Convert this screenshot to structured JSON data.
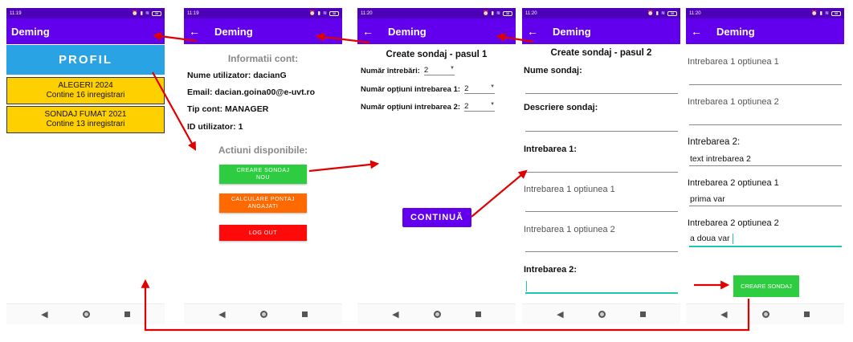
{
  "app_name": "Deming",
  "screens": [
    {
      "time": "11:19",
      "battery": "38"
    },
    {
      "time": "11:19",
      "battery": "38"
    },
    {
      "time": "11:20",
      "battery": "38"
    },
    {
      "time": "11:20",
      "battery": "38"
    },
    {
      "time": "11:20",
      "battery": "38"
    }
  ],
  "screen1": {
    "profile_label": "PROFIL",
    "surveys": [
      {
        "name": "ALEGERI 2024",
        "count": "Contine 16 inregistrari"
      },
      {
        "name": "SONDAJ FUMAT 2021",
        "count": "Contine 13 inregistrari"
      }
    ]
  },
  "screen2": {
    "info_title": "Informatii cont:",
    "username": "Nume utilizator: dacianG",
    "email": "Email: dacian.goina00@e-uvt.ro",
    "account_type": "Tip cont: MANAGER",
    "user_id": "ID utilizator: 1",
    "actions_title": "Actiuni disponibile:",
    "create_survey_line1": "CREARE SONDAJ",
    "create_survey_line2": "NOU",
    "payroll_line1": "CALCULARE PONTAJ",
    "payroll_line2": "ANGAJATI",
    "logout": "LOG OUT"
  },
  "screen3": {
    "title": "Create sondaj - pasul 1",
    "num_questions_label": "Număr întrebări:",
    "num_questions_value": "2",
    "options_q1_label": "Număr opțiuni intrebarea 1:",
    "options_q1_value": "2",
    "options_q2_label": "Număr opțiuni intrebarea 2:",
    "options_q2_value": "2",
    "continue_label": "CONTINUĂ"
  },
  "screen4": {
    "title": "Create sondaj - pasul 2",
    "survey_name_label": "Nume sondaj:",
    "survey_desc_label": "Descriere sondaj:",
    "question1_label": "Intrebarea 1:",
    "q1_option1_placeholder": "Intrebarea 1 optiunea 1",
    "q1_option2_placeholder": "Intrebarea 1 optiunea 2",
    "question2_label": "Intrebarea 2:"
  },
  "screen5": {
    "q1_option1_placeholder": "Intrebarea 1 optiunea 1",
    "q1_option2_placeholder": "Intrebarea 1 optiunea 2",
    "question2_label": "Intrebarea 2:",
    "question2_value": "text intrebarea 2",
    "q2_option1_label": "Intrebarea 2 optiunea 1",
    "q2_option1_value": "prima var",
    "q2_option2_label": "Intrebarea 2 optiunea 2",
    "q2_option2_value": "a doua var",
    "create_label": "CREARE SONDAJ"
  },
  "colors": {
    "status_bar": "#4d00b8",
    "app_bar": "#6200ee",
    "profile_button": "#2aa3e5",
    "survey_item": "#ffd000",
    "create_button": "#2ecc40",
    "payroll_button": "#ff6a00",
    "logout_button": "#ff0a0a",
    "flow_arrow": "#e00000",
    "focus_underline": "#1ec6b6"
  }
}
